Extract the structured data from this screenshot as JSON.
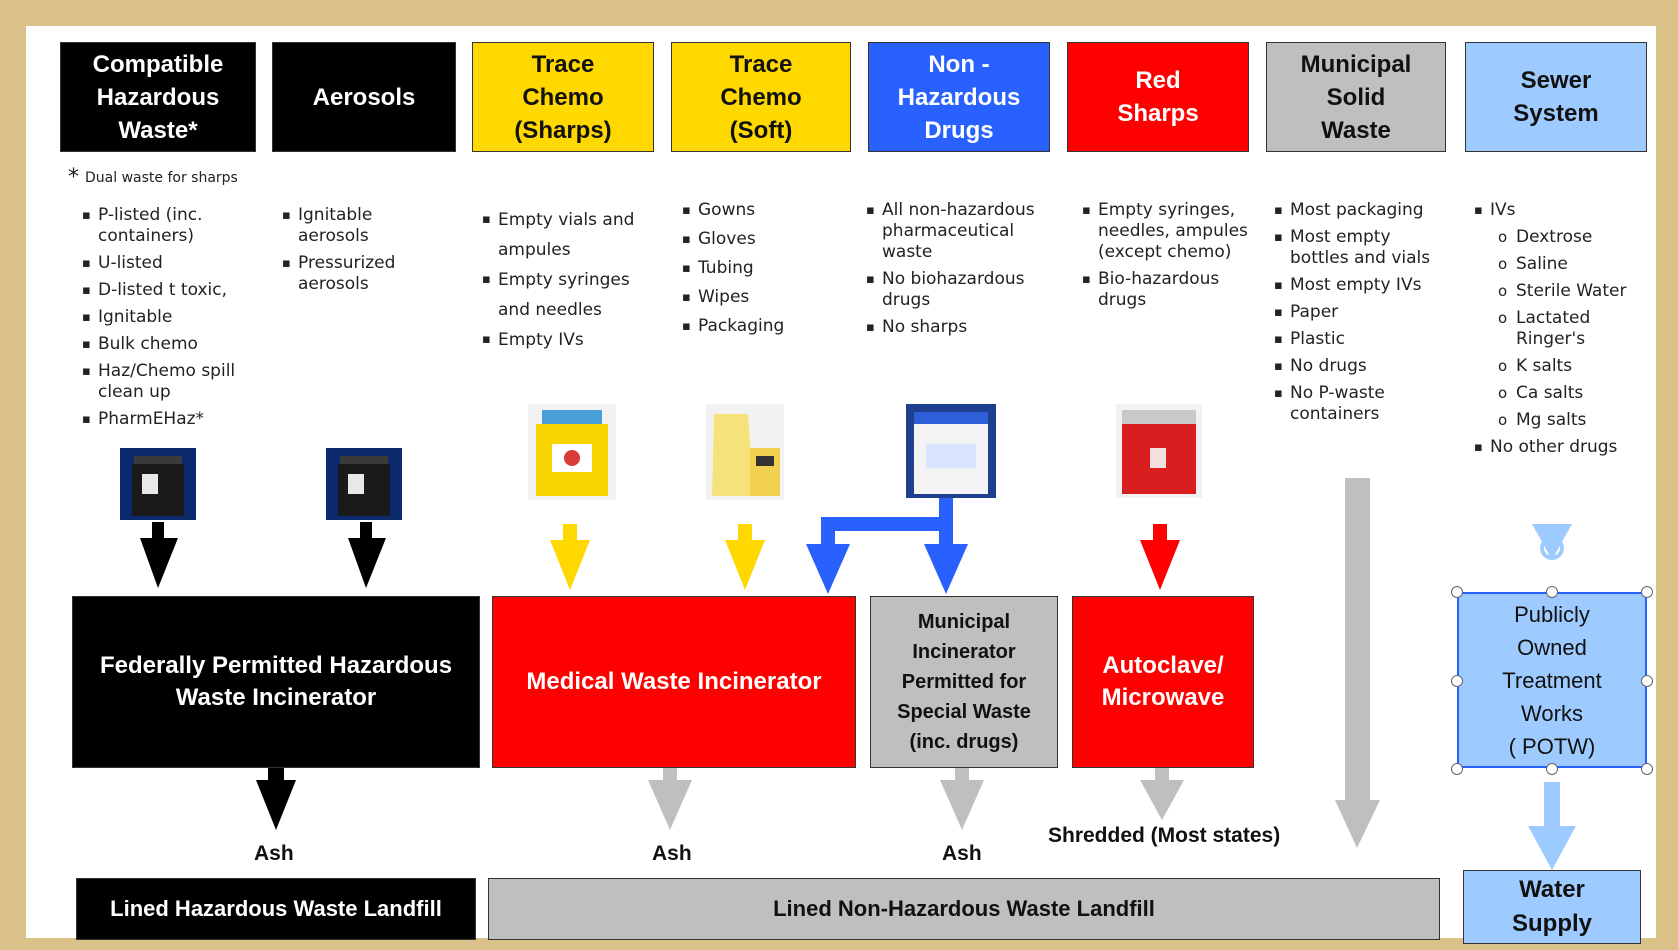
{
  "categories": [
    {
      "label": "Compatible\nHazardous\nWaste*"
    },
    {
      "label": "Aerosols"
    },
    {
      "label": "Trace\nChemo\n(Sharps)"
    },
    {
      "label": "Trace\nChemo\n(Soft)"
    },
    {
      "label": "Non -\nHazardous\nDrugs"
    },
    {
      "label": "Red\nSharps"
    },
    {
      "label": "Municipal\nSolid\nWaste"
    },
    {
      "label": "Sewer\nSystem"
    }
  ],
  "footnote": "Dual waste for sharps",
  "lists": {
    "compatible": [
      "P-listed (inc. containers)",
      "U-listed",
      "D-listed t toxic,",
      "Ignitable",
      "Bulk chemo",
      "Haz/Chemo spill clean up",
      "PharmEHaz*"
    ],
    "aerosols": [
      "Ignitable aerosols",
      "Pressurized aerosols"
    ],
    "trace_sharps": [
      "Empty vials and ampules",
      "Empty syringes and needles",
      "Empty IVs"
    ],
    "trace_soft": [
      "Gowns",
      "Gloves",
      "Tubing",
      "Wipes",
      "Packaging"
    ],
    "non_haz": [
      "All non-hazardous pharmaceutical waste",
      "No biohazardous drugs",
      "No sharps"
    ],
    "red_sharps": [
      "Empty syringes, needles, ampules (except chemo)",
      "Bio-hazardous drugs"
    ],
    "municipal": [
      "Most packaging",
      "Most empty bottles and vials",
      "Most empty IVs",
      "Paper",
      "Plastic",
      "No drugs",
      "No P-waste containers"
    ],
    "sewer_top": "IVs",
    "sewer_sub": [
      "Dextrose",
      "Saline",
      "Sterile Water",
      "Lactated Ringer's",
      "K salts",
      "Ca salts",
      "Mg salts"
    ],
    "sewer_bottom": "No other drugs"
  },
  "destinations": {
    "fed_incinerator": "Federally Permitted Hazardous\nWaste Incinerator",
    "medical_incinerator": "Medical Waste Incinerator",
    "municipal_incinerator": "Municipal\nIncinerator\nPermitted for\nSpecial Waste\n(inc. drugs)",
    "autoclave": "Autoclave/\nMicrowave",
    "potw": "Publicly\nOwned\nTreatment\nWorks\n( POTW)"
  },
  "outputs": {
    "ash": "Ash",
    "shredded": "Shredded (Most states)"
  },
  "landfills": {
    "hazardous": "Lined Hazardous Waste Landfill",
    "non_hazardous": "Lined Non-Hazardous Waste Landfill",
    "water_supply": "Water\nSupply"
  },
  "colors": {
    "black": "#000000",
    "yellow": "#ffd800",
    "blue": "#2961ff",
    "red": "#ff0000",
    "gray": "#bfbfbf",
    "light_blue": "#9ecbff"
  }
}
